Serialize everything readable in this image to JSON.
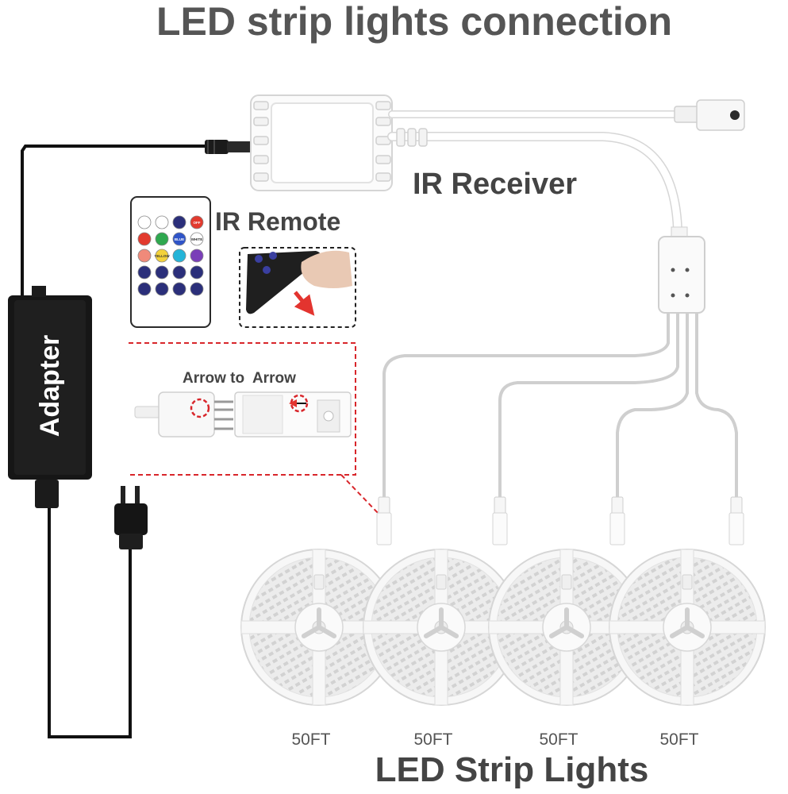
{
  "title": "LED strip lights connection",
  "labels": {
    "adapter": "Adapter",
    "ir_receiver": "IR Receiver",
    "ir_remote": "IR Remote",
    "arrow_to_arrow": "Arrow to  Arrow",
    "strip_lights": "LED Strip Lights"
  },
  "reels": [
    {
      "length": "50FT"
    },
    {
      "length": "50FT"
    },
    {
      "length": "50FT"
    },
    {
      "length": "50FT"
    }
  ],
  "remote": {
    "buttons": [
      {
        "label": "",
        "color": "#ffffff"
      },
      {
        "label": "",
        "color": "#ffffff"
      },
      {
        "label": "",
        "color": "#2b2f7a"
      },
      {
        "label": "OFF",
        "color": "#e23a2e"
      },
      {
        "label": "",
        "color": "#e23a2e"
      },
      {
        "label": "",
        "color": "#2fa84f"
      },
      {
        "label": "BLUE",
        "color": "#2f54c8"
      },
      {
        "label": "WHITE",
        "color": "#ffffff"
      },
      {
        "label": "",
        "color": "#f08a7a"
      },
      {
        "label": "YELLOW",
        "color": "#f3d23a"
      },
      {
        "label": "",
        "color": "#24b4d8"
      },
      {
        "label": "",
        "color": "#7a3fb8"
      },
      {
        "label": "",
        "color": "#2b2f7a"
      },
      {
        "label": "",
        "color": "#2b2f7a"
      },
      {
        "label": "",
        "color": "#2b2f7a"
      },
      {
        "label": "",
        "color": "#2b2f7a"
      },
      {
        "label": "",
        "color": "#2b2f7a"
      },
      {
        "label": "",
        "color": "#2b2f7a"
      },
      {
        "label": "",
        "color": "#2b2f7a"
      },
      {
        "label": "",
        "color": "#2b2f7a"
      }
    ]
  },
  "colors": {
    "title_text": "#555555",
    "label_text": "#444444",
    "cable": "#111111",
    "highlight_dash": "#d8262b",
    "remote_dark": "#2b2f7a"
  }
}
